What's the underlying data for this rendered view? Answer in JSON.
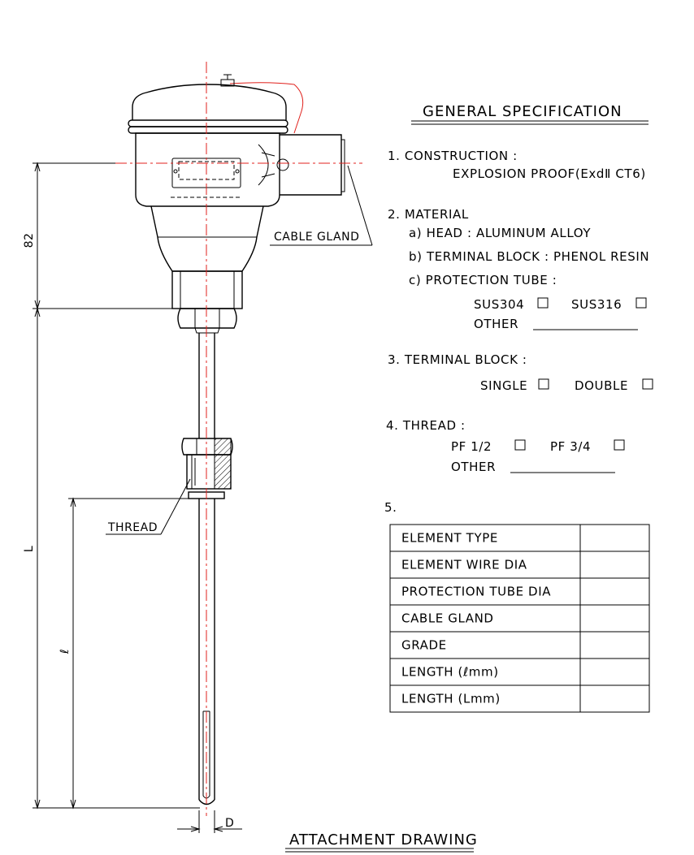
{
  "title": "GENERAL SPECIFICATION",
  "footer_title": "ATTACHMENT DRAWING",
  "drawing_labels": {
    "cable_gland": "CABLE GLAND",
    "thread": "THREAD",
    "dim_82": "82",
    "dim_L": "L",
    "dim_l": "ℓ",
    "dim_D": "D"
  },
  "spec": {
    "construction": {
      "label": "1. CONSTRUCTION :",
      "value": "EXPLOSION PROOF(ExdⅡ CT6)"
    },
    "material": {
      "label": "2. MATERIAL",
      "head": "a) HEAD : ALUMINUM ALLOY",
      "terminal_block": "b) TERMINAL BLOCK : PHENOL RESIN",
      "protection_tube": "c) PROTECTION TUBE :",
      "opt1": "SUS304",
      "opt2": "SUS316",
      "other": "OTHER"
    },
    "terminal": {
      "label": "3. TERMINAL BLOCK :",
      "opt1": "SINGLE",
      "opt2": "DOUBLE"
    },
    "thread": {
      "label": "4. THREAD :",
      "opt1": "PF 1/2",
      "opt2": "PF 3/4",
      "other": "OTHER"
    },
    "item5": "5."
  },
  "table_rows": [
    "ELEMENT TYPE",
    "ELEMENT WIRE DIA",
    "PROTECTION TUBE DIA",
    "CABLE GLAND",
    "GRADE",
    "LENGTH (ℓmm)",
    "LENGTH (Lmm)"
  ],
  "colors": {
    "centerline": "#e0211c",
    "ink": "#000000"
  }
}
